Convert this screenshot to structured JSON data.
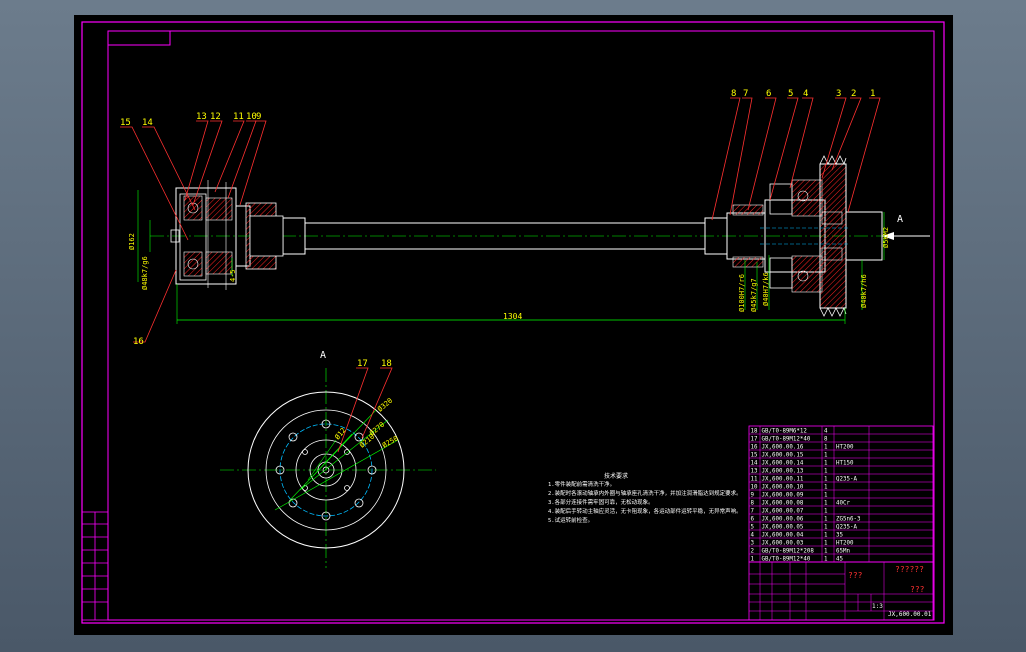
{
  "section_label": "A",
  "view_label": "A",
  "overall_length": "1304",
  "left_dims": [
    "Ø162",
    "Ø48k7/g6",
    "4-5"
  ],
  "right_dims": [
    "Ø100H7/r6",
    "Ø45k7/g7",
    "Ø40H7/k6",
    "Ø40k7/h6"
  ],
  "right_dim_vert": "Ø5KM2",
  "part_callouts_top_right": [
    "8",
    "7",
    "6",
    "5",
    "4",
    "3",
    "2",
    "1"
  ],
  "part_callouts_top_left": [
    "15",
    "14",
    "13",
    "12",
    "11",
    "10",
    "9"
  ],
  "part_callout_bottom_left": "16",
  "part_callouts_view": [
    "17",
    "18"
  ],
  "view_dims": [
    "Ø320",
    "Ø270",
    "Ø250",
    "Ø210",
    "Ø12"
  ],
  "notes_title": "技术要求",
  "notes": [
    "1.零件装配前需清洗干净。",
    "2.装配时各滚动轴承内外圈与轴承座孔清洗干净，并加注润滑脂达到规定要求。",
    "3.各部分连接件需牢固可靠，无松动现象。",
    "4.装配后手转动主轴应灵活，无卡阻现象，各运动部件运转平稳，无异常声响。",
    "5.试运转前检查。"
  ],
  "bom": [
    {
      "no": "18",
      "code": "GB/T0-89M6*12",
      "qty": "4",
      "mat": ""
    },
    {
      "no": "17",
      "code": "GB/T0-89M12*40",
      "qty": "8",
      "mat": ""
    },
    {
      "no": "16",
      "code": "JX,600.00.16",
      "qty": "1",
      "mat": "HT200"
    },
    {
      "no": "15",
      "code": "JX,600.00.15",
      "qty": "1",
      "mat": ""
    },
    {
      "no": "14",
      "code": "JX,600.00.14",
      "qty": "1",
      "mat": "HT150"
    },
    {
      "no": "13",
      "code": "JX,600.00.13",
      "qty": "1",
      "mat": ""
    },
    {
      "no": "11",
      "code": "JX,600.00.11",
      "qty": "1",
      "mat": "Q235-A"
    },
    {
      "no": "10",
      "code": "JX,600.00.10",
      "qty": "1",
      "mat": ""
    },
    {
      "no": "9",
      "code": "JX,600.00.09",
      "qty": "1",
      "mat": ""
    },
    {
      "no": "8",
      "code": "JX,600.00.08",
      "qty": "1",
      "mat": "40Cr"
    },
    {
      "no": "7",
      "code": "JX,600.00.07",
      "qty": "1",
      "mat": ""
    },
    {
      "no": "6",
      "code": "JX,600.00.06",
      "qty": "1",
      "mat": "ZG5n6-3"
    },
    {
      "no": "5",
      "code": "JX,600.00.05",
      "qty": "1",
      "mat": "Q235-A"
    },
    {
      "no": "4",
      "code": "JX,600.00.04",
      "qty": "1",
      "mat": "35"
    },
    {
      "no": "3",
      "code": "JX,600.00.03",
      "qty": "1",
      "mat": "HT200"
    },
    {
      "no": "2",
      "code": "GB/T0-89M12*208",
      "qty": "1",
      "mat": "65Mn"
    },
    {
      "no": "1",
      "code": "GB/T0-89M12*40",
      "qty": "1",
      "mat": "45"
    }
  ],
  "title_block": {
    "name": "???",
    "company": "??????",
    "label": "???",
    "drawing_no": "JX,600.00.01",
    "scale": "1:3"
  },
  "colors": {
    "background": "#000000",
    "frame": "#ff00ff",
    "outline": "#ffffff",
    "center": "#00ff00",
    "hidden": "#00bcff",
    "leader": "#ff3030",
    "dim": "#00ff00",
    "hatch": "#ff2020",
    "text_white": "#ffffff",
    "text_yellow": "#ffff00"
  }
}
